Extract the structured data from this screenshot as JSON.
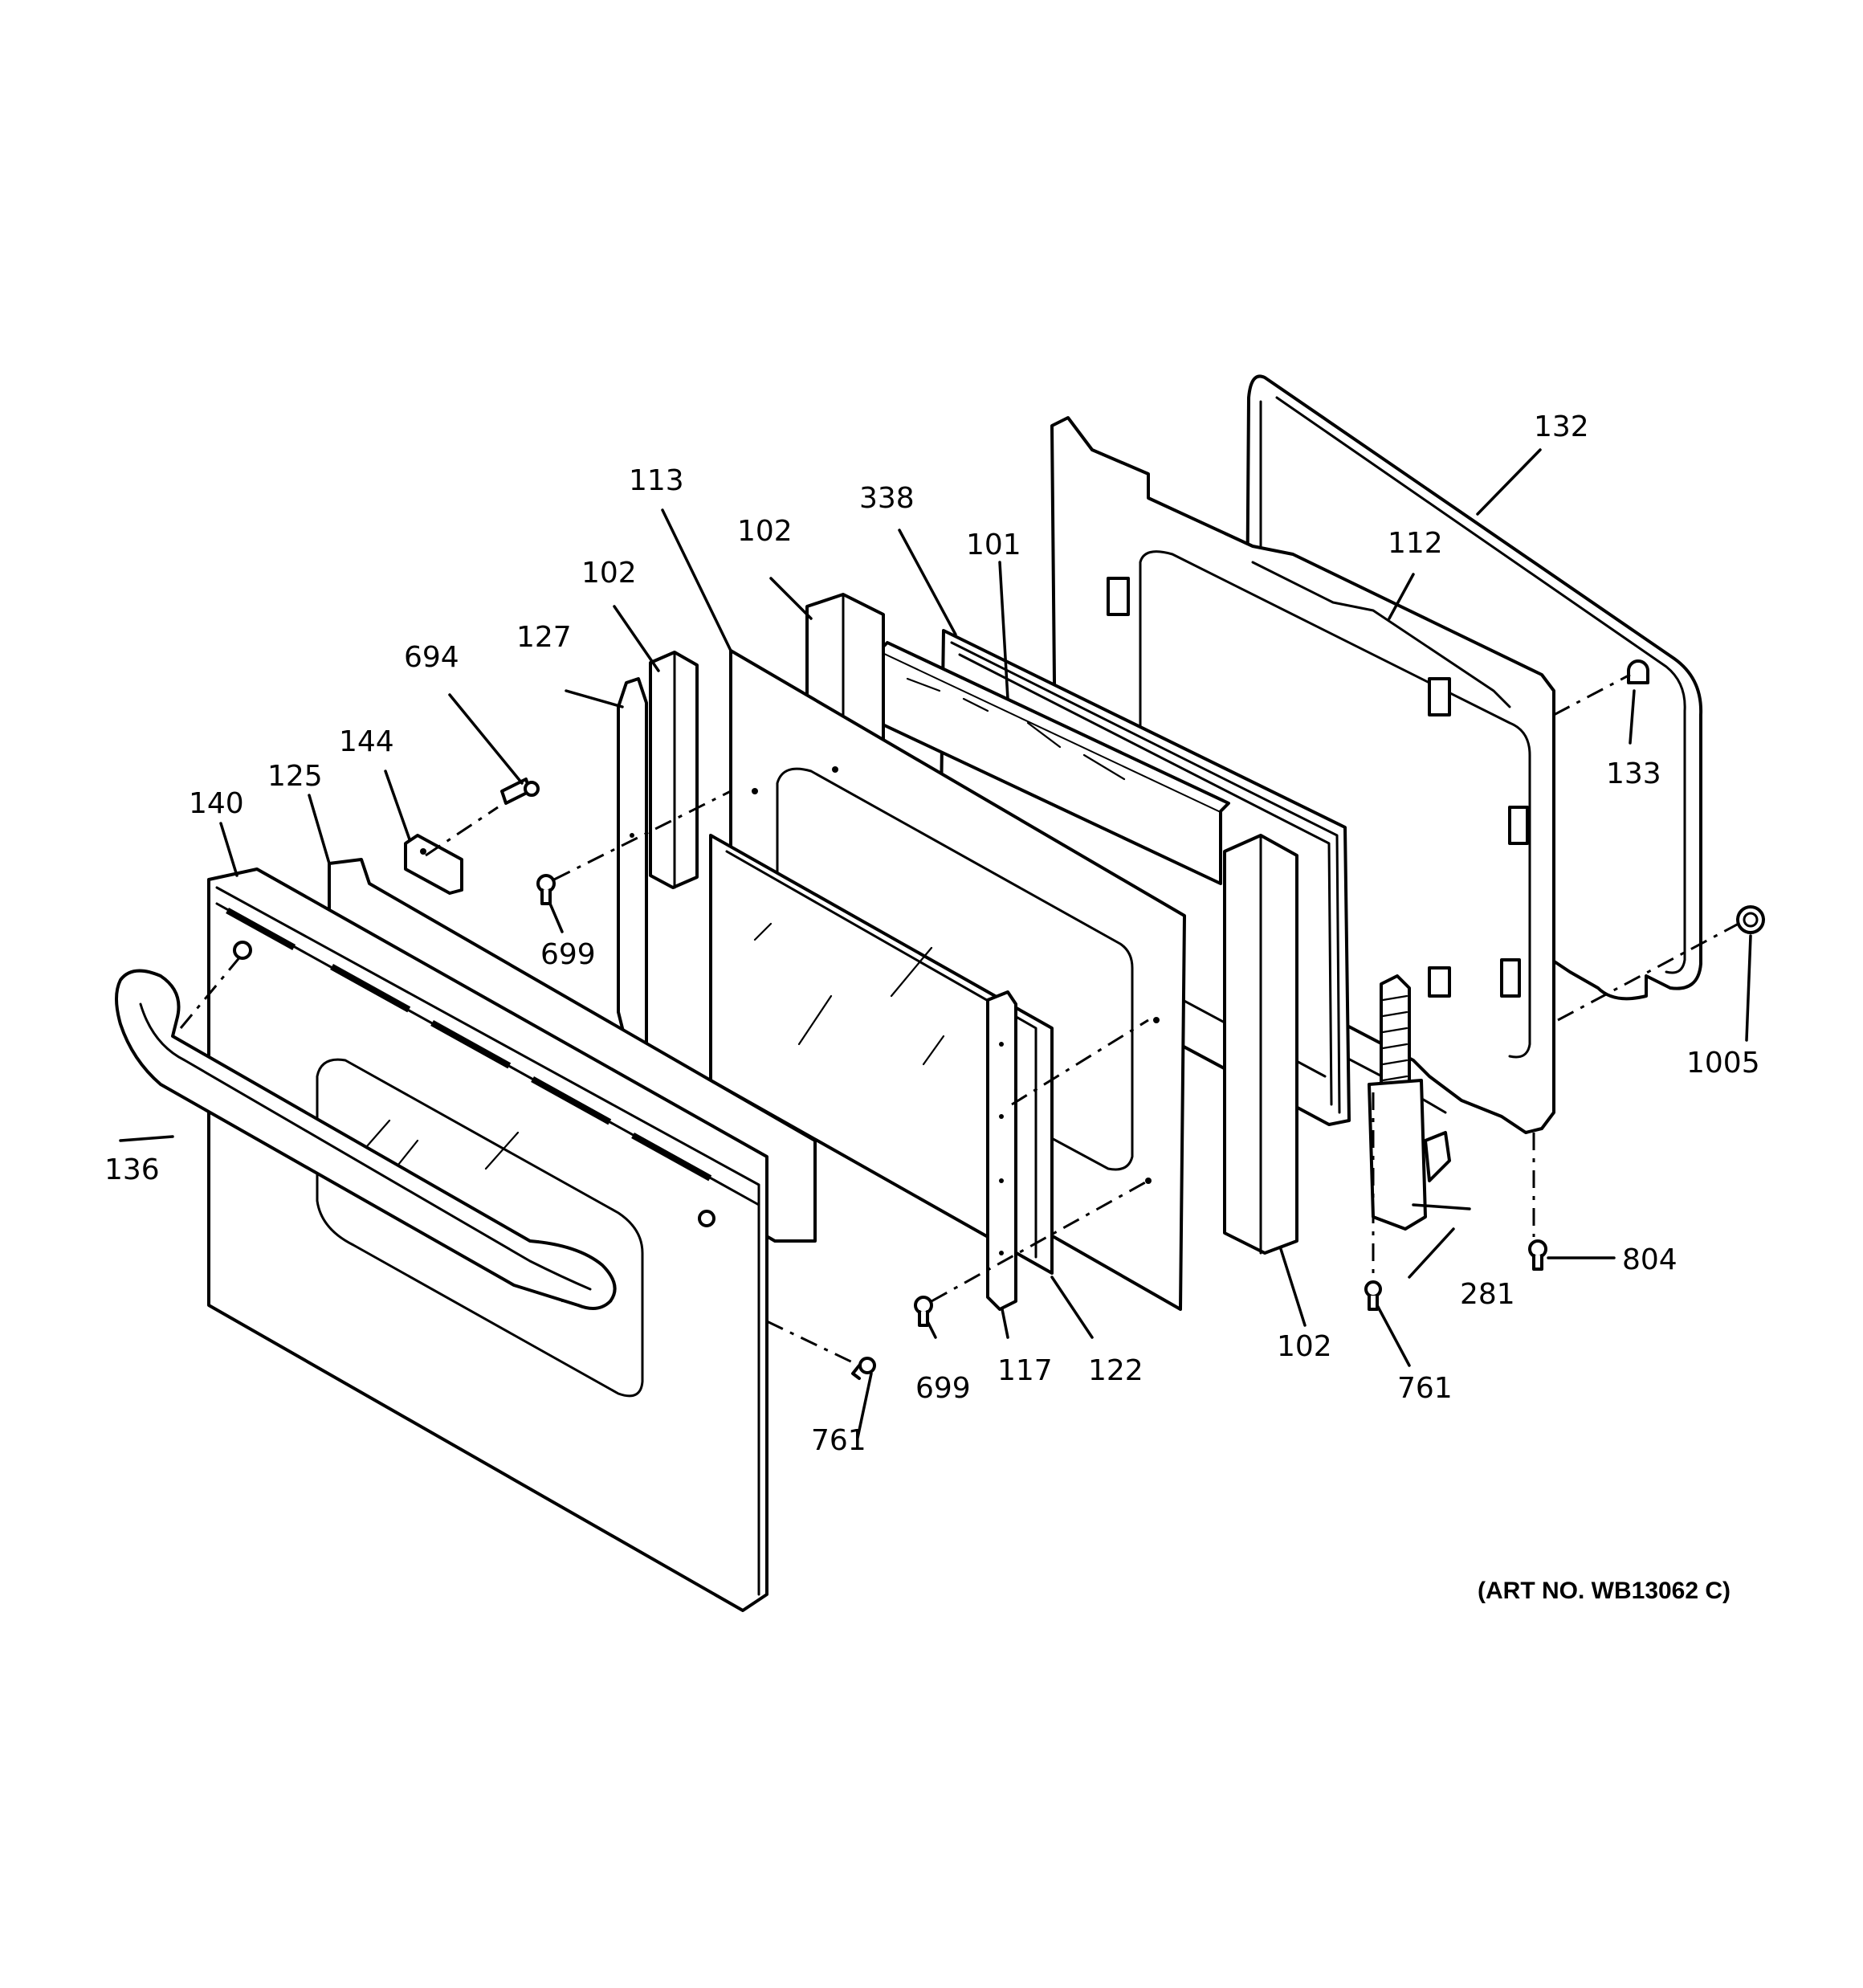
{
  "callouts": {
    "c132": "132",
    "c112": "112",
    "c133": "133",
    "c1005": "1005",
    "c338": "338",
    "c101": "101",
    "c113": "113",
    "c102a": "102",
    "c102b": "102",
    "c102c": "102",
    "c694": "694",
    "c127": "127",
    "c144": "144",
    "c125": "125",
    "c140": "140",
    "c699a": "699",
    "c699b": "699",
    "c136": "136",
    "c761a": "761",
    "c761b": "761",
    "c117": "117",
    "c122": "122",
    "c281": "281",
    "c804": "804"
  },
  "art_number": "(ART NO. WB13062 C)"
}
